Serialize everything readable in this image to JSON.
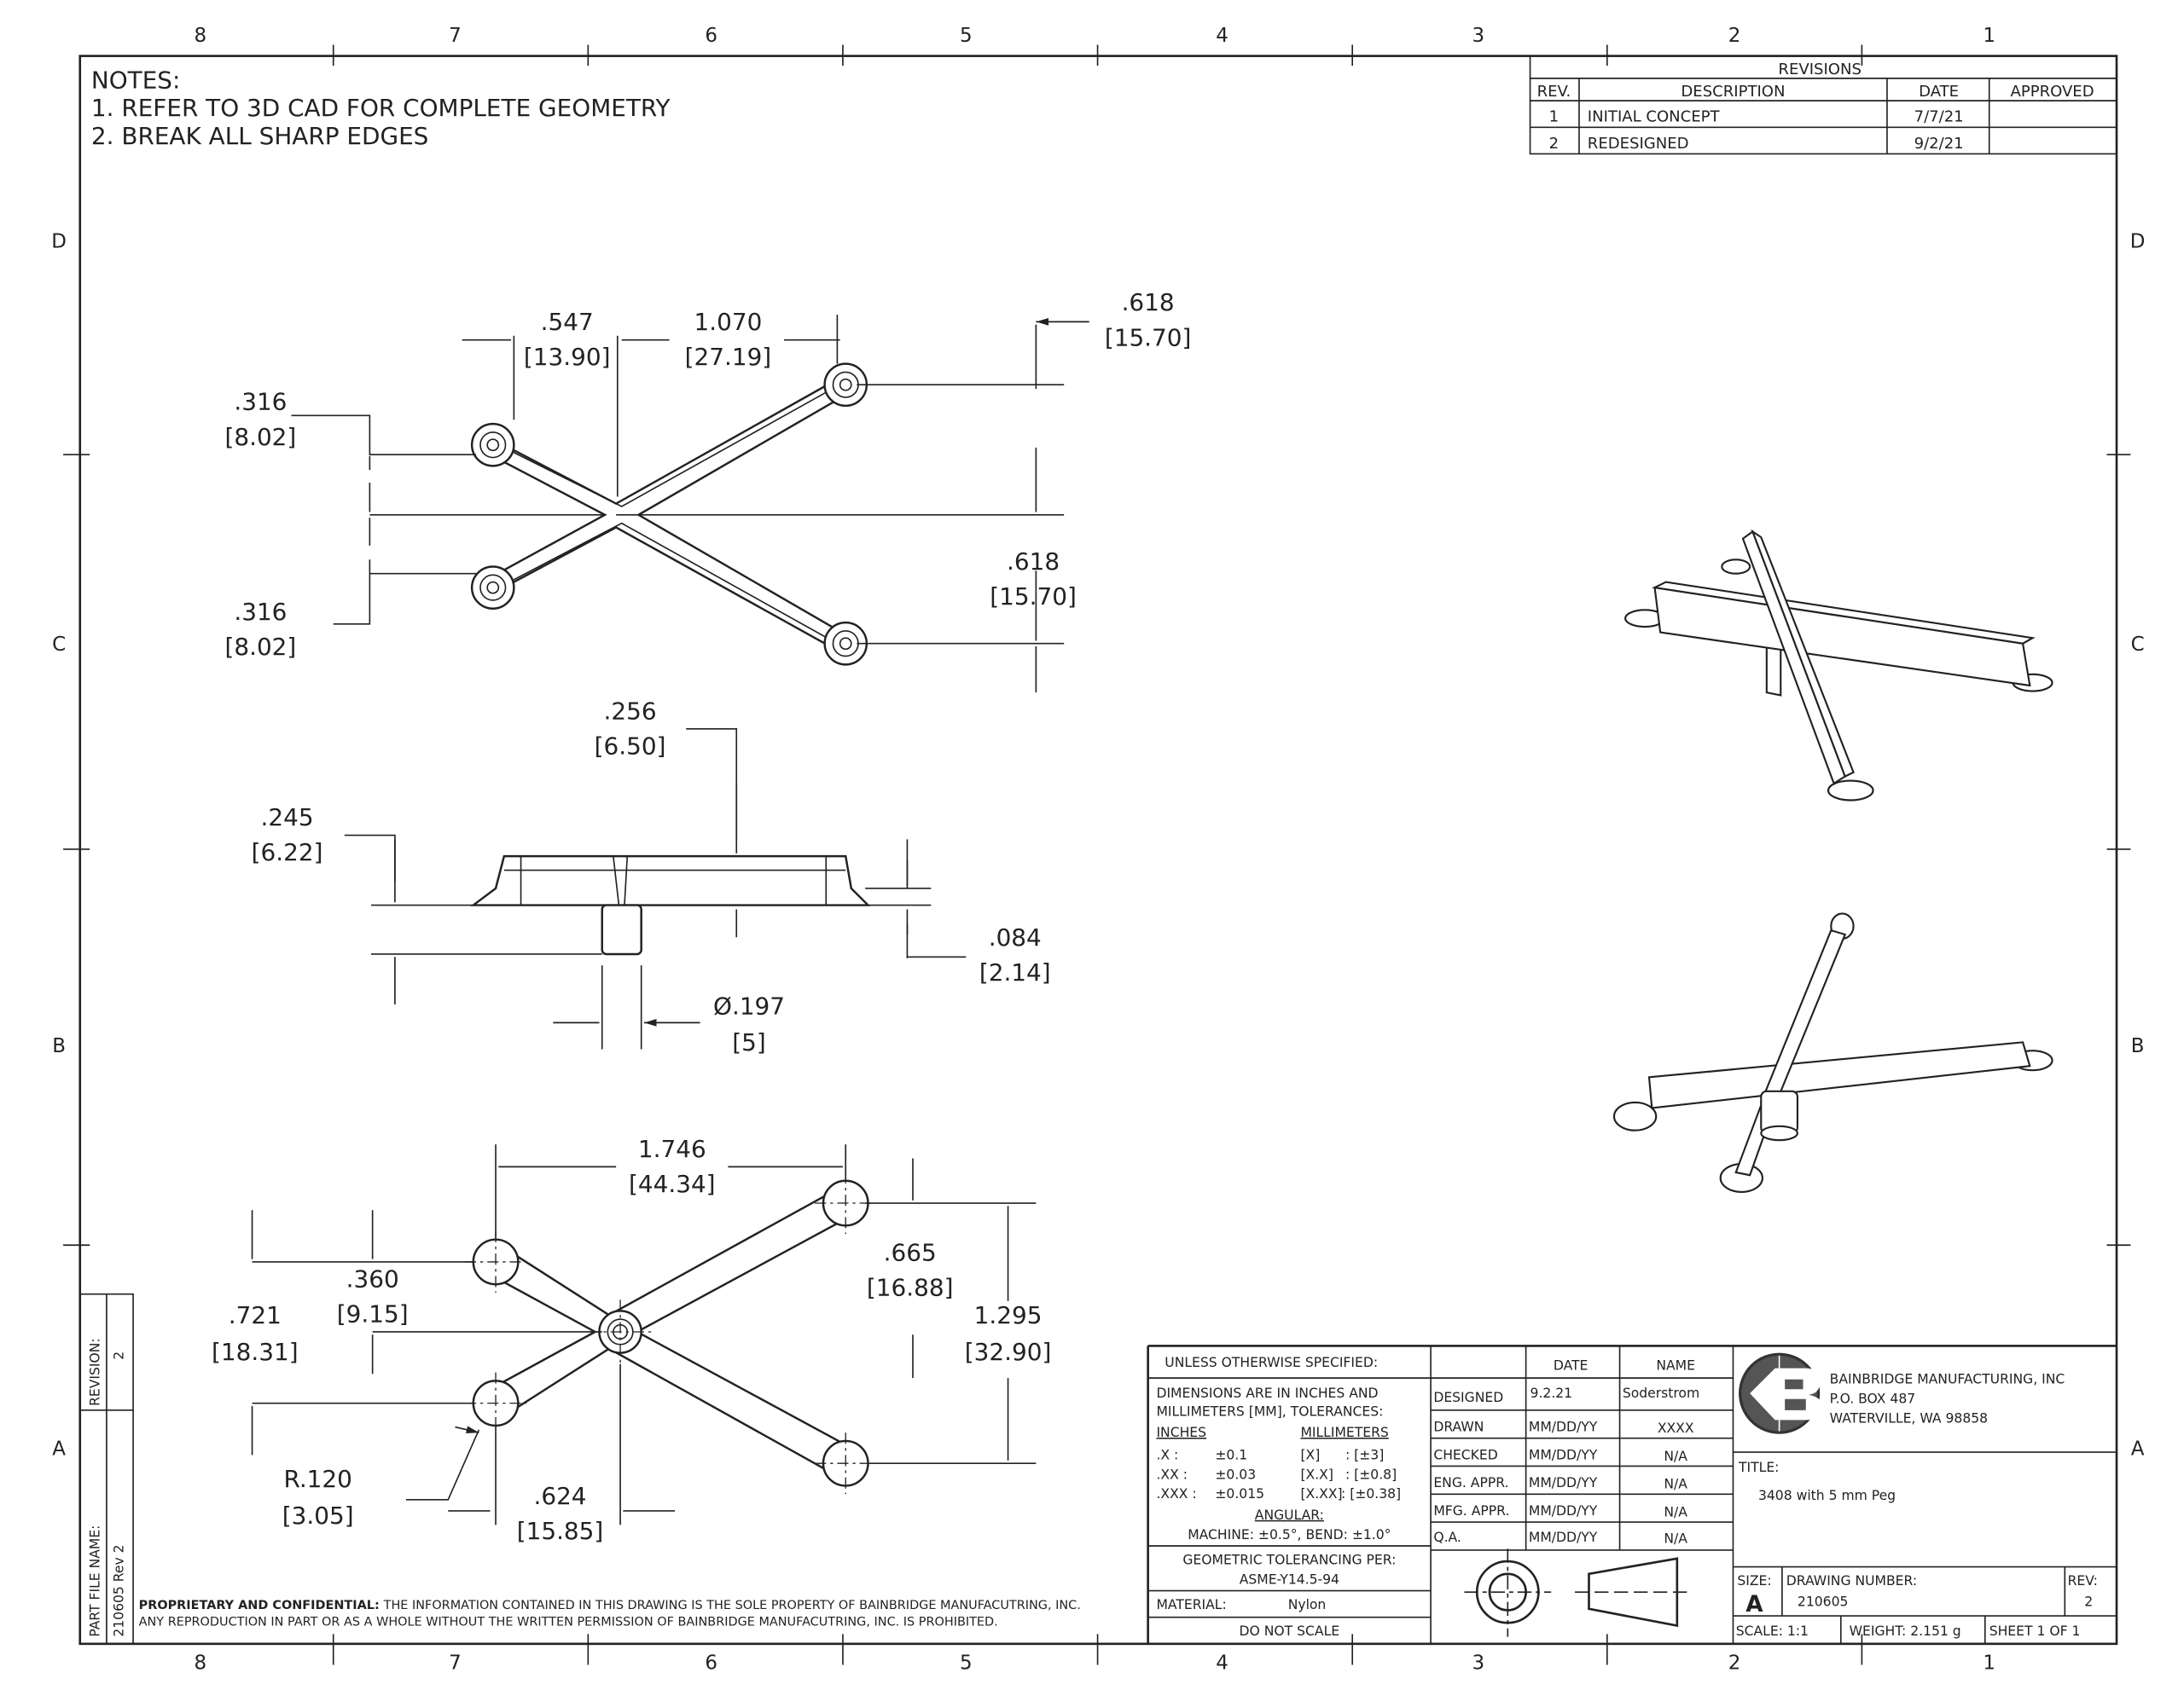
{
  "zones": {
    "columns": [
      "8",
      "7",
      "6",
      "5",
      "4",
      "3",
      "2",
      "1"
    ],
    "rows": [
      "D",
      "C",
      "B",
      "A"
    ]
  },
  "notes": {
    "title": "NOTES:",
    "items": [
      "1.  REFER TO 3D CAD FOR COMPLETE GEOMETRY",
      "2.  BREAK ALL SHARP EDGES"
    ]
  },
  "revisions": {
    "title": "REVISIONS",
    "headers": [
      "REV.",
      "DESCRIPTION",
      "DATE",
      "APPROVED"
    ],
    "rows": [
      {
        "rev": "1",
        "description": "INITIAL CONCEPT",
        "date": "7/7/21",
        "approved": ""
      },
      {
        "rev": "2",
        "description": "REDESIGNED",
        "date": "9/2/21",
        "approved": ""
      }
    ]
  },
  "views": {
    "top": {
      "dims": [
        ".547",
        "[13.90]",
        "1.070",
        "[27.19]",
        ".618",
        "[15.70]",
        ".316",
        "[8.02]",
        ".316",
        "[8.02]",
        ".618",
        "[15.70]"
      ]
    },
    "side": {
      "dims": [
        ".256",
        "[6.50]",
        ".245",
        "[6.22]",
        ".084",
        "[2.14]",
        "Ø.197",
        "[5]"
      ]
    },
    "bottom": {
      "dims": [
        "1.746",
        "[44.34]",
        ".665",
        "[16.88]",
        "1.295",
        "[32.90]",
        ".360",
        "[9.15]",
        ".721",
        "[18.31]",
        "R.120",
        "[3.05]",
        ".624",
        "[15.85]"
      ]
    }
  },
  "title_block": {
    "unless": "UNLESS OTHERWISE SPECIFIED:",
    "dims_text": [
      "DIMENSIONS ARE IN INCHES AND",
      "MILLIMETERS [MM], TOLERANCES:"
    ],
    "inches_label": "INCHES",
    "mm_label": "MILLIMETERS",
    "tolerances": [
      {
        "in": ".X :",
        "in_tol": "±0.1",
        "mm": "[X]",
        "mm_tol": ": [±3]"
      },
      {
        "in": ".XX :",
        "in_tol": "±0.03",
        "mm": "[X.X]",
        "mm_tol": ": [±0.8]"
      },
      {
        "in": ".XXX :",
        "in_tol": "±0.015",
        "mm": "[X.XX]",
        "mm_tol": ": [±0.38]"
      }
    ],
    "angular_label": "ANGULAR:",
    "angular": "MACHINE: ±0.5°, BEND: ±1.0°",
    "geometric": "GEOMETRIC TOLERANCING PER:",
    "geometric_std": "ASME-Y14.5-94",
    "material_label": "MATERIAL:",
    "material": "Nylon",
    "do_not_scale": "DO NOT SCALE",
    "sign_headers": [
      "DATE",
      "NAME"
    ],
    "signoffs": [
      {
        "role": "DESIGNED",
        "date": "9.2.21",
        "name": "Soderstrom"
      },
      {
        "role": "DRAWN",
        "date": "MM/DD/YY",
        "name": "XXXX"
      },
      {
        "role": "CHECKED",
        "date": "MM/DD/YY",
        "name": "N/A"
      },
      {
        "role": "ENG. APPR.",
        "date": "MM/DD/YY",
        "name": "N/A"
      },
      {
        "role": "MFG. APPR.",
        "date": "MM/DD/YY",
        "name": "N/A"
      },
      {
        "role": "Q.A.",
        "date": "MM/DD/YY",
        "name": "N/A"
      }
    ],
    "company": [
      "BAINBRIDGE MANUFACTURING, INC",
      "P.O. BOX 487",
      "WATERVILLE, WA 98858"
    ],
    "logo_text": "CB",
    "title_label": "TITLE:",
    "title": "3408 with 5 mm Peg",
    "size_label": "SIZE:",
    "size": "A",
    "drawing_number_label": "DRAWING NUMBER:",
    "drawing_number": "210605",
    "rev_label": "REV:",
    "rev": "2",
    "scale": "SCALE: 1:1",
    "weight": "WEIGHT: 2.151 g",
    "sheet": "SHEET 1 OF 1"
  },
  "side_box": {
    "revision_label": "REVISION:",
    "revision": "2",
    "part_file_label": "PART FILE NAME:",
    "part_file": "210605 Rev 2"
  },
  "proprietary": {
    "bold": "PROPRIETARY AND CONFIDENTIAL:",
    "line1": "THE INFORMATION CONTAINED IN THIS DRAWING IS THE SOLE PROPERTY OF BAINBRIDGE MANUFACUTRING, INC.",
    "line2": "ANY REPRODUCTION IN PART OR AS A WHOLE WITHOUT THE WRITTEN PERMISSION OF BAINBRIDGE MANUFACUTRING, INC. IS PROHIBITED."
  }
}
